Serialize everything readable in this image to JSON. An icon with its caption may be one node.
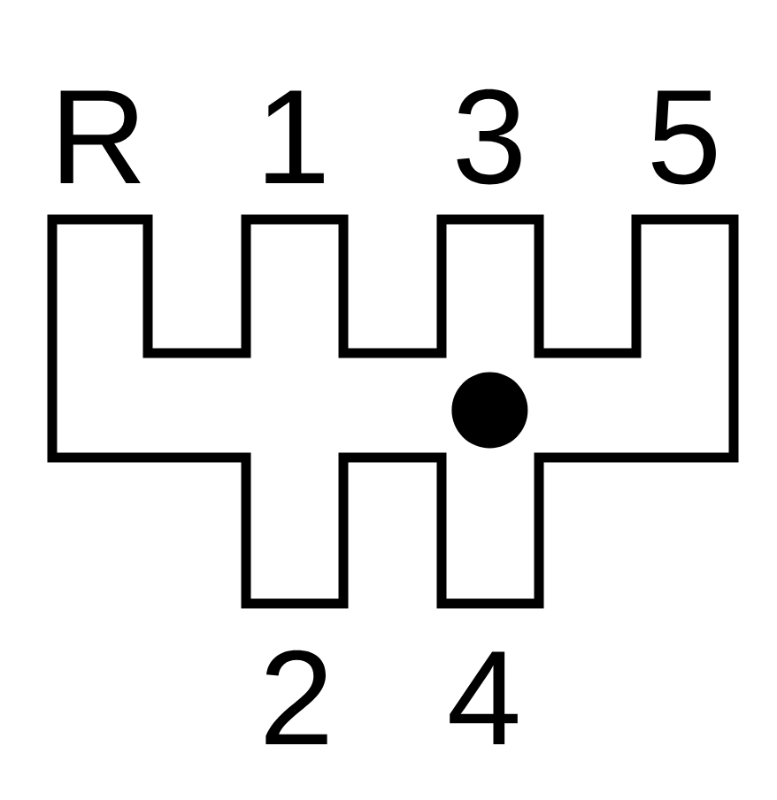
{
  "diagram": {
    "labels": [
      "R",
      "1",
      "3",
      "5",
      "2",
      "4"
    ]
  }
}
